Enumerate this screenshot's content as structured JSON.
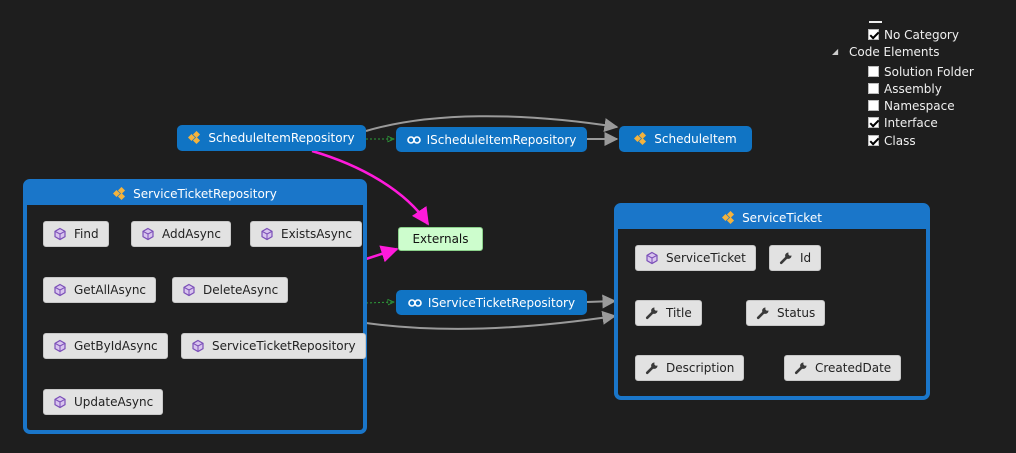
{
  "legend": {
    "items": [
      {
        "label": "No Category",
        "checked": true
      },
      {
        "label": "Code Elements",
        "collapsible": true
      },
      {
        "label": "Solution Folder",
        "checked": false
      },
      {
        "label": "Assembly",
        "checked": false
      },
      {
        "label": "Namespace",
        "checked": false
      },
      {
        "label": "Interface",
        "checked": true
      },
      {
        "label": "Class",
        "checked": true
      }
    ]
  },
  "nodes": {
    "schedule_item_repository": "ScheduleItemRepository",
    "ischedule_item_repository": "IScheduleItemRepository",
    "schedule_item": "ScheduleItem",
    "externals": "Externals",
    "iservice_ticket_repository": "IServiceTicketRepository"
  },
  "service_ticket_repository": {
    "title": "ServiceTicketRepository",
    "members": [
      "Find",
      "AddAsync",
      "ExistsAsync",
      "GetAllAsync",
      "DeleteAsync",
      "GetByIdAsync",
      "ServiceTicketRepository",
      "UpdateAsync"
    ]
  },
  "service_ticket": {
    "title": "ServiceTicket",
    "members": [
      "ServiceTicket",
      "Id",
      "Title",
      "Status",
      "Description",
      "CreatedDate"
    ]
  },
  "colors": {
    "background": "#1e1e1e",
    "node": "#1074c4",
    "member": "#e2e2e2",
    "externals": "#cdfdcd",
    "link_magenta": "#ff1adb",
    "link_gray": "#9a9a9a",
    "link_green": "#2e9e3a"
  },
  "icons": {
    "class": "class-icon",
    "interface": "interface-icon",
    "method": "method-icon",
    "property": "property-icon"
  }
}
